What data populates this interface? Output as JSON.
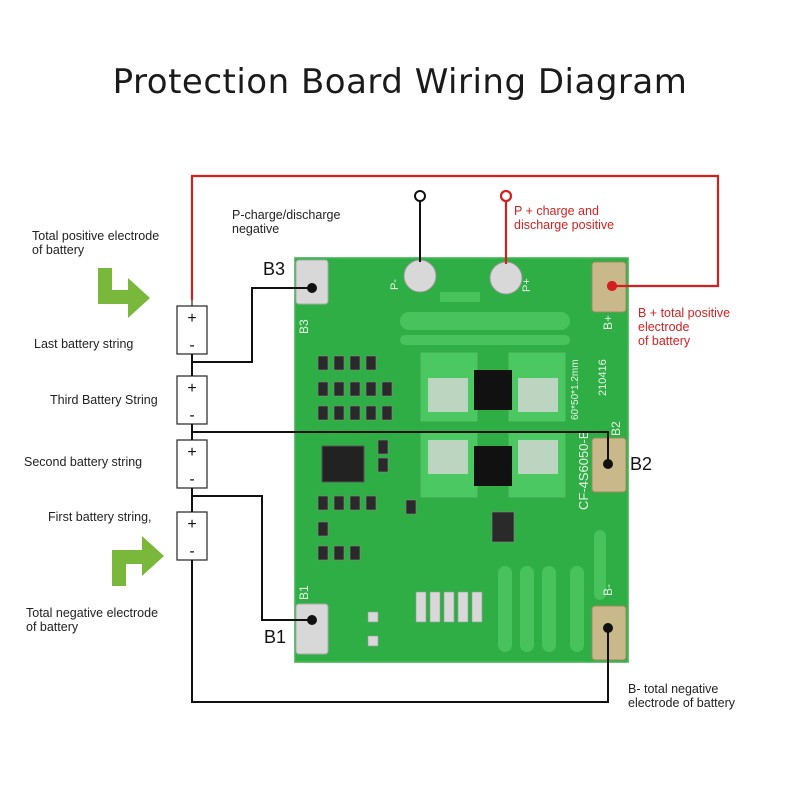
{
  "title": "Protection Board Wiring Diagram",
  "labels": {
    "p_minus": "P-charge/discharge\n negative",
    "p_plus": "P + charge and\n discharge positive",
    "b_plus_total": "B + total positive\nelectrode\n of battery",
    "b_minus_total": "B- total negative\nelectrode of battery",
    "total_positive": "Total positive electrode\n of battery",
    "total_negative": "Total negative electrode\n of battery",
    "last_string": "Last battery string",
    "third_string": "Third Battery String",
    "second_string": "Second battery string",
    "first_string": "First battery string,",
    "b3": "B3",
    "b2": "B2",
    "b1": "B1"
  },
  "board_text": {
    "model": "CF-4S6050-B",
    "size": "60*50*1.2mm",
    "date": "210416",
    "pad_b3": "B3",
    "pad_b2": "B2",
    "pad_b1": "B1",
    "pad_bplus": "B+",
    "pad_bminus": "B-",
    "pad_pminus": "P-",
    "pad_pplus": "P+"
  },
  "cell_terminals": {
    "plus": "+",
    "minus": "-"
  },
  "colors": {
    "board": "#2fae45",
    "board_dark": "#238a36",
    "trace": "#48c25c",
    "pad": "#d8d8d8",
    "wire": "#111111",
    "wire_red": "#d41f1f",
    "arrow": "#79b83a"
  },
  "icons": [
    "arrow-up-right-icon",
    "arrow-down-right-icon"
  ]
}
